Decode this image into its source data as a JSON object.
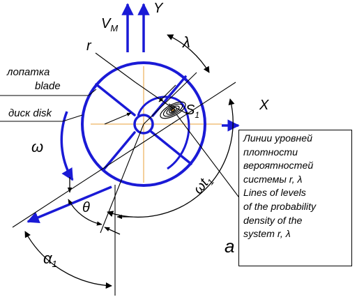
{
  "labels": {
    "vm": "V",
    "vm_sub": "M",
    "y": "Y",
    "x": "X",
    "r": "r",
    "lambda": "λ",
    "s1": "S",
    "s1_sub": "1",
    "omega": "ω",
    "omega_t": "ωt",
    "omega_t_sub": "1",
    "theta": "θ",
    "alpha": "α",
    "alpha_sub": "1",
    "a": "a"
  },
  "left_labels": {
    "blade_ru": "лопатка",
    "blade_en": "blade",
    "disk": "диск disk"
  },
  "note_lines": [
    "Линии уровней",
    "плотности",
    "вероятностей",
    "системы  r, λ",
    "Lines of levels",
    "of the probability",
    "density of the",
    "system r, λ"
  ],
  "colors": {
    "blue": "#1a1ad6",
    "orange": "#e8a23a",
    "black": "#000000"
  }
}
